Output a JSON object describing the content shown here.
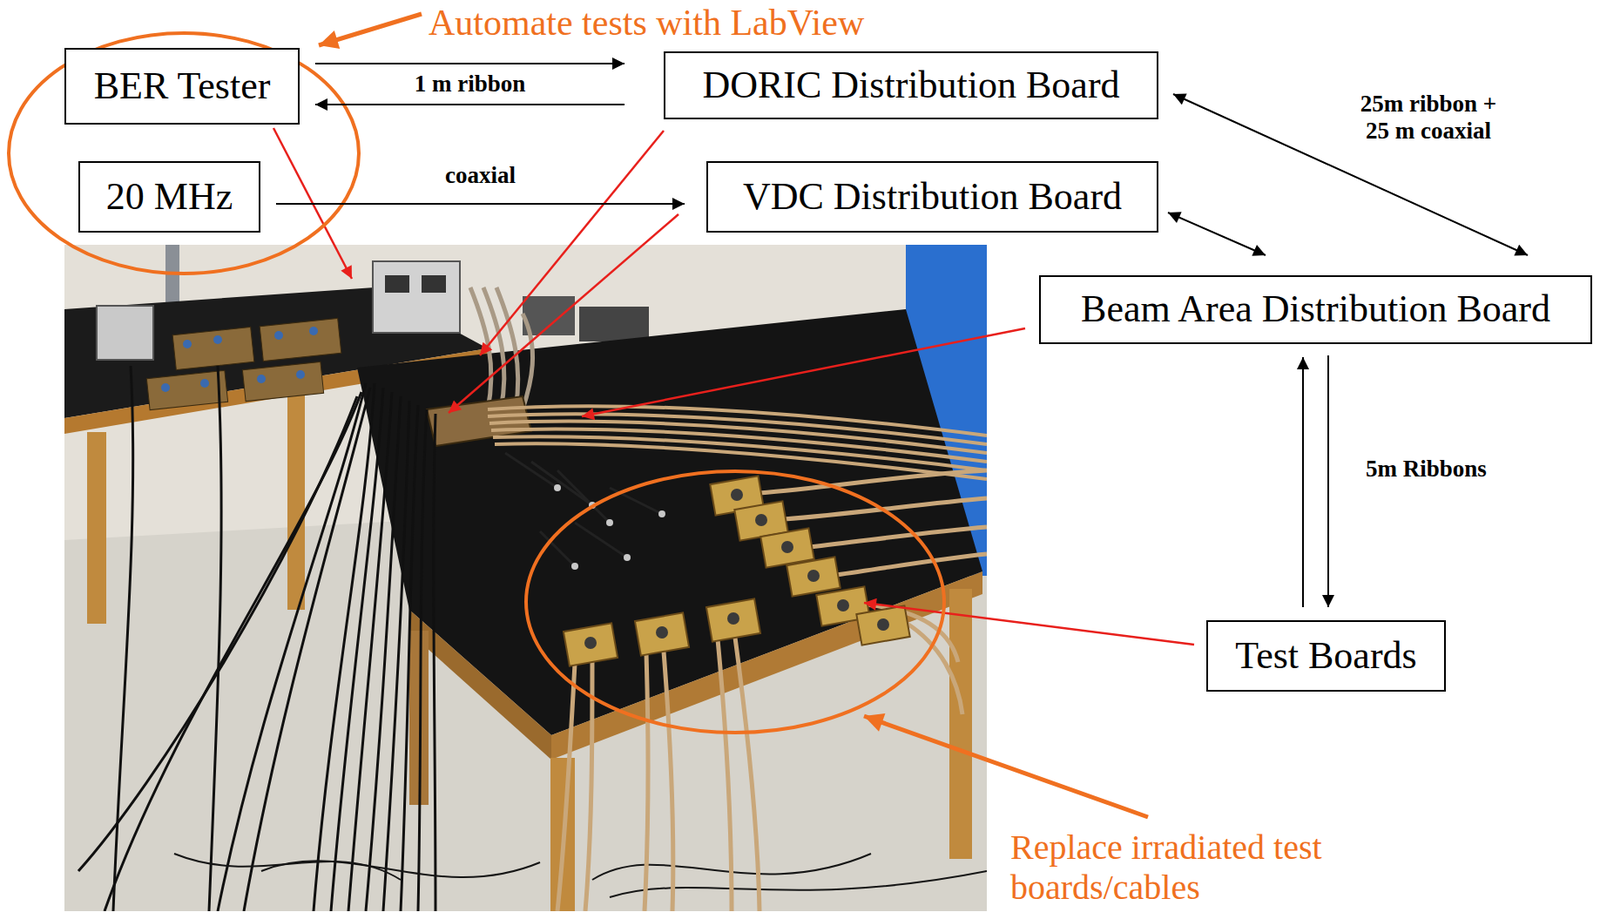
{
  "diagram": {
    "nodes": [
      {
        "text": [
          "BER Tester"
        ]
      },
      {
        "text": [
          "DORIC Distribution Board"
        ]
      },
      {
        "text": [
          "20 MHz"
        ]
      },
      {
        "text": [
          "VDC Distribution Board"
        ]
      },
      {
        "text": [
          "Beam Area Distribution Board"
        ]
      },
      {
        "text": [
          "Test Boards"
        ]
      }
    ],
    "edges": [
      {
        "from": 0,
        "to": 1,
        "arrow": "to"
      },
      {
        "from": 1,
        "to": 0,
        "arrow": "to",
        "label": "1 m ribbon"
      },
      {
        "from": 2,
        "to": 3,
        "arrow": "to",
        "label": "coaxial"
      },
      {
        "from": 1,
        "to": 4,
        "arrow": "both",
        "label": "25m ribbon + 25 m coaxial"
      },
      {
        "from": 3,
        "to": 4,
        "arrow": "both"
      },
      {
        "from": 5,
        "to": 4,
        "arrow": "to"
      },
      {
        "from": 4,
        "to": 5,
        "arrow": "to",
        "label": "5m Ribbons"
      }
    ],
    "labels": [
      "Automate tests with LabView",
      "Replace irradiated test boards/cables"
    ]
  }
}
